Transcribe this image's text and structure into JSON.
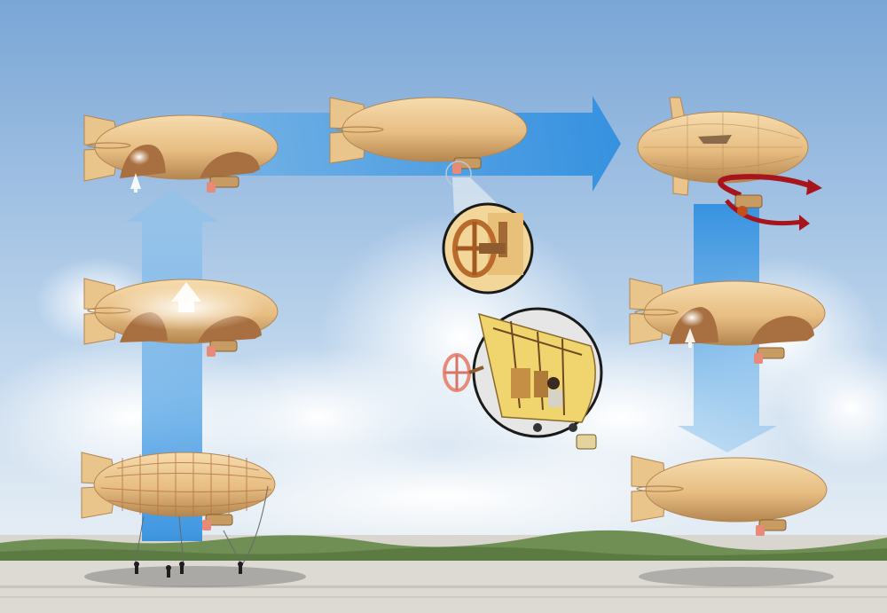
{
  "diagram": {
    "steps": [
      {
        "id": "ground-mooring",
        "icon": "blimp-ribbed-icon"
      },
      {
        "id": "ascent",
        "icon": "blimp-inflating-icon"
      },
      {
        "id": "top-left",
        "icon": "blimp-cutaway-icon"
      },
      {
        "id": "cruise",
        "icon": "blimp-icon"
      },
      {
        "id": "turn",
        "icon": "blimp-rotating-icon"
      },
      {
        "id": "descent-ballonet",
        "icon": "blimp-cutaway-icon"
      },
      {
        "id": "descent-final",
        "icon": "blimp-icon"
      }
    ],
    "callouts": [
      {
        "id": "propeller-detail",
        "icon": "propeller-icon"
      },
      {
        "id": "gondola-cutaway",
        "icon": "gondola-cockpit-icon"
      }
    ],
    "flow_arrows": [
      "up-arrow",
      "right-arrow",
      "down-arrow"
    ],
    "colors": {
      "sky_top": "#7ea9d8",
      "sky_bottom": "#dbe8f4",
      "envelope": "#e7bd82",
      "envelope_dark": "#b48650",
      "fin": "#e9c48b",
      "ballonet": "#a86f40",
      "gondola": "#e88a78",
      "arrow": "#2f8fda",
      "rotation_arrow": "#a8141c",
      "ground": "#d9d6d0",
      "trees": "#6f8f55"
    }
  }
}
